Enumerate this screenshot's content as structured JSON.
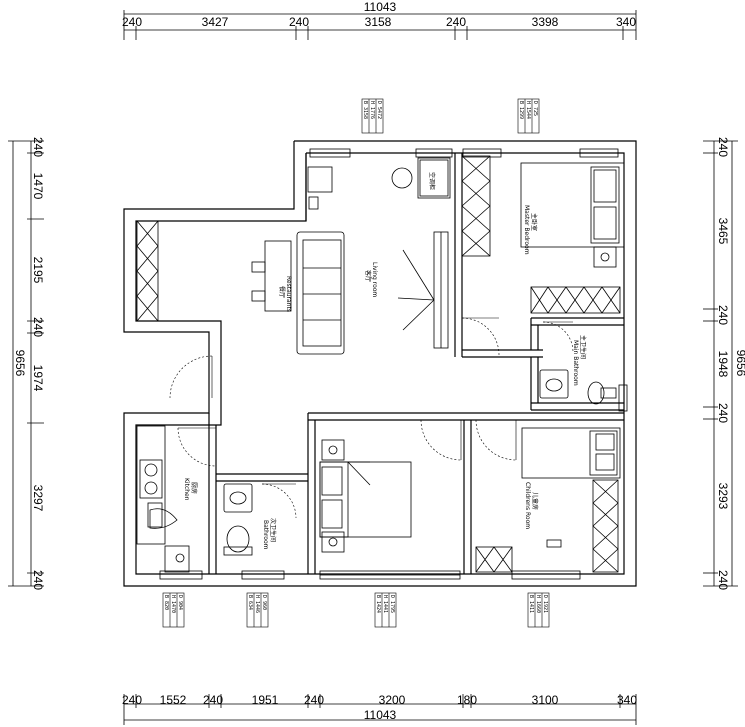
{
  "dimensions": {
    "top_total": "11043",
    "top_segments": [
      "240",
      "3427",
      "240",
      "3158",
      "240",
      "3398",
      "340"
    ],
    "bottom_total": "11043",
    "bottom_segments": [
      "240",
      "1552",
      "240",
      "1951",
      "240",
      "3200",
      "180",
      "3100",
      "340"
    ],
    "left_total": "9656",
    "left_segments": [
      "240",
      "1470",
      "2195",
      "240",
      "1974",
      "3297",
      "240"
    ],
    "right_total": "9656",
    "right_segments": [
      "240",
      "3465",
      "240",
      "1948",
      "240",
      "3293",
      "240"
    ]
  },
  "rooms": {
    "living": {
      "cn": "客厅",
      "en": "Living room"
    },
    "restaurant": {
      "cn": "餐厅",
      "en": "Restaurants"
    },
    "master_bedroom": {
      "cn": "主卧室",
      "en": "Master Bedroom"
    },
    "master_bathroom": {
      "cn": "主卫生间",
      "en": "Main Bathroom"
    },
    "kitchen": {
      "cn": "厨房",
      "en": "Kitchen"
    },
    "second_bathroom": {
      "cn": "次卫生间",
      "en": "Bathroom"
    },
    "children_room": {
      "cn": "儿童房",
      "en": "Childrens Room"
    },
    "appliance": "空调柜"
  },
  "window_tags": {
    "top_left": [
      "B 3158",
      "H 1776",
      "D 5472"
    ],
    "top_right": [
      "B 1299",
      "H 1544",
      "D 725"
    ],
    "bottom_1": [
      "B 820",
      "H 1470",
      "D 904"
    ],
    "bottom_2": [
      "B 634",
      "H 1446",
      "D 960"
    ],
    "bottom_3": [
      "B 1424",
      "H 1441",
      "D 1795"
    ],
    "bottom_4": [
      "B 1411",
      "H 1660",
      "D 1921"
    ]
  }
}
